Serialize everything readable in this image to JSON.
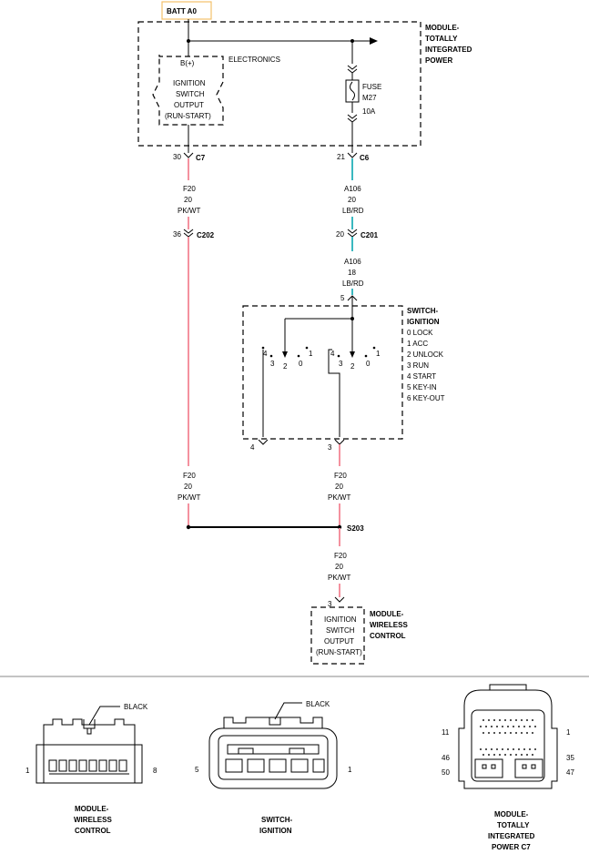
{
  "colors": {
    "pk_wt": "#f4919f",
    "lb_rd": "#3ab8c0",
    "batt_border": "#f3c06a"
  },
  "batt": "BATT A0",
  "tipm": {
    "name": [
      "MODULE-",
      "TOTALLY",
      "INTEGRATED",
      "POWER"
    ],
    "electronics": "ELECTRONICS",
    "bplus": "B(+)",
    "ign_output": [
      "IGNITION",
      "SWITCH",
      "OUTPUT",
      "(RUN-START)"
    ],
    "fuse": [
      "FUSE",
      "M27",
      "10A"
    ]
  },
  "connectors": {
    "c7": {
      "pin": "30",
      "name": "C7"
    },
    "c6": {
      "pin": "21",
      "name": "C6"
    },
    "c202": {
      "pin": "36",
      "name": "C202"
    },
    "c201": {
      "pin": "20",
      "name": "C201"
    },
    "sw_in_pin": "5",
    "sw_out_left": "4",
    "sw_out_right": "3",
    "splice": "S203",
    "wcm_pin": "3"
  },
  "wires": {
    "f20_a": [
      "F20",
      "20",
      "PK/WT"
    ],
    "a106_a": [
      "A106",
      "20",
      "LB/RD"
    ],
    "a106_b": [
      "A106",
      "18",
      "LB/RD"
    ],
    "f20_b": [
      "F20",
      "20",
      "PK/WT"
    ],
    "f20_c": [
      "F20",
      "20",
      "PK/WT"
    ],
    "f20_d": [
      "F20",
      "20",
      "PK/WT"
    ]
  },
  "switch": {
    "name": [
      "SWITCH-",
      "IGNITION"
    ],
    "legend": [
      "0 LOCK",
      "1 ACC",
      "2 UNLOCK",
      "3 RUN",
      "4 START",
      "5 KEY-IN",
      "6 KEY-OUT"
    ],
    "pos_labels": [
      "4",
      "3",
      "2",
      "0",
      "1"
    ]
  },
  "wcm": {
    "name": [
      "MODULE-",
      "WIRELESS",
      "CONTROL"
    ],
    "ign_output": [
      "IGNITION",
      "SWITCH",
      "OUTPUT",
      "(RUN-START)"
    ]
  },
  "views": {
    "wcm": {
      "color": "BLACK",
      "pin_left": "1",
      "pin_right": "8",
      "name": [
        "MODULE-",
        "WIRELESS",
        "CONTROL"
      ]
    },
    "sw": {
      "color": "BLACK",
      "pin_left": "5",
      "pin_right": "1",
      "name": [
        "SWITCH-",
        "IGNITION"
      ]
    },
    "tipm": {
      "pins_left": [
        "11",
        "46",
        "50"
      ],
      "pins_right": [
        "1",
        "35",
        "47"
      ],
      "name": [
        "MODULE-",
        "TOTALLY",
        "INTEGRATED",
        "POWER C7"
      ]
    }
  }
}
